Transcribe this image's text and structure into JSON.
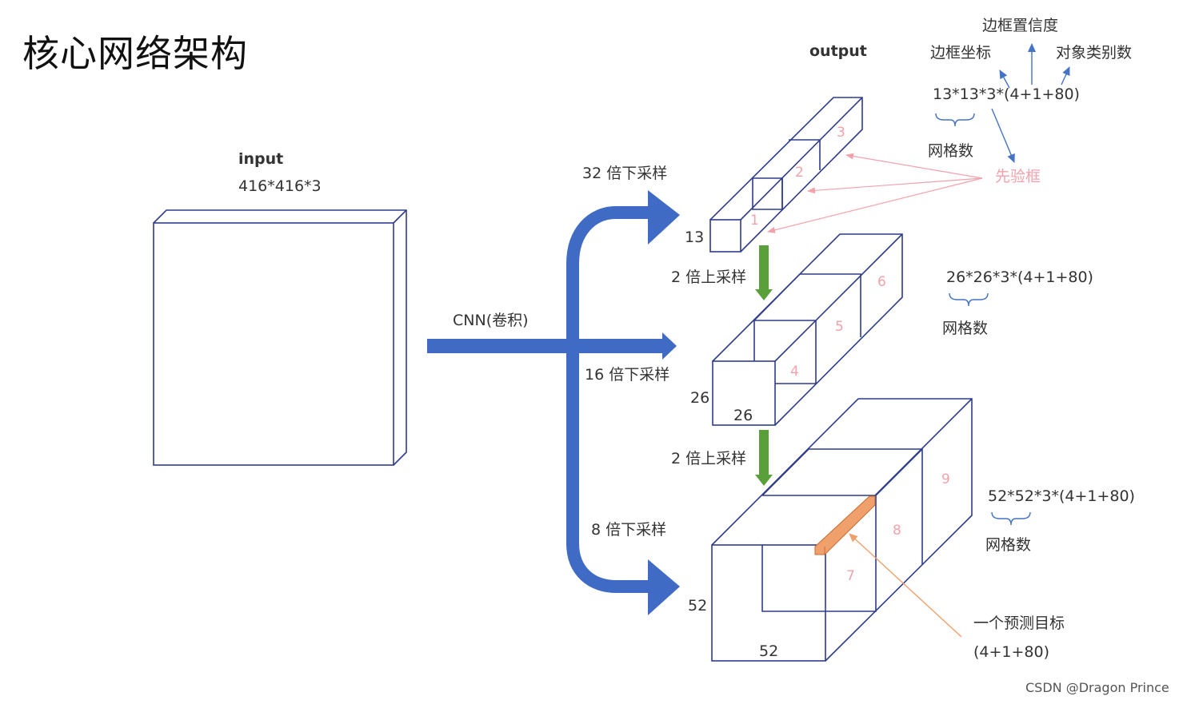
{
  "title": "核心网络架构",
  "input": {
    "label": "input",
    "shape": "416*416*3"
  },
  "cnn_label": "CNN(卷积)",
  "output_label": "output",
  "downsample": [
    "32 倍下采样",
    "16 倍下采样",
    "8 倍下采样"
  ],
  "upsample": [
    "2 倍上采样",
    "2 倍上采样"
  ],
  "scales": [
    {
      "size": "13",
      "formula": "13*13*3*(4+1+80)",
      "grid_label": "网格数",
      "anchors": [
        "1",
        "2",
        "3"
      ]
    },
    {
      "size": "26",
      "formula": "26*26*3*(4+1+80)",
      "grid_label": "网格数",
      "anchors": [
        "4",
        "5",
        "6"
      ]
    },
    {
      "size": "52",
      "formula": "52*52*3*(4+1+80)",
      "grid_label": "网格数",
      "anchors": [
        "7",
        "8",
        "9"
      ]
    }
  ],
  "legend": {
    "box_coords": "边框坐标",
    "box_conf": "边框置信度",
    "class_count": "对象类别数",
    "anchor_box": "先验框"
  },
  "prediction": {
    "label": "一个预测目标",
    "formula": "(4+1+80)"
  },
  "watermark": "CSDN @Dragon Prince",
  "colors": {
    "box_stroke": "#2f3c8c",
    "big_arrow": "#3f6bc4",
    "green_arrow": "#5aa03a",
    "anchor_pink": "#f3a2ab",
    "highlight_orange": "#f0a06a",
    "small_arrow_blue": "#4472c4"
  }
}
